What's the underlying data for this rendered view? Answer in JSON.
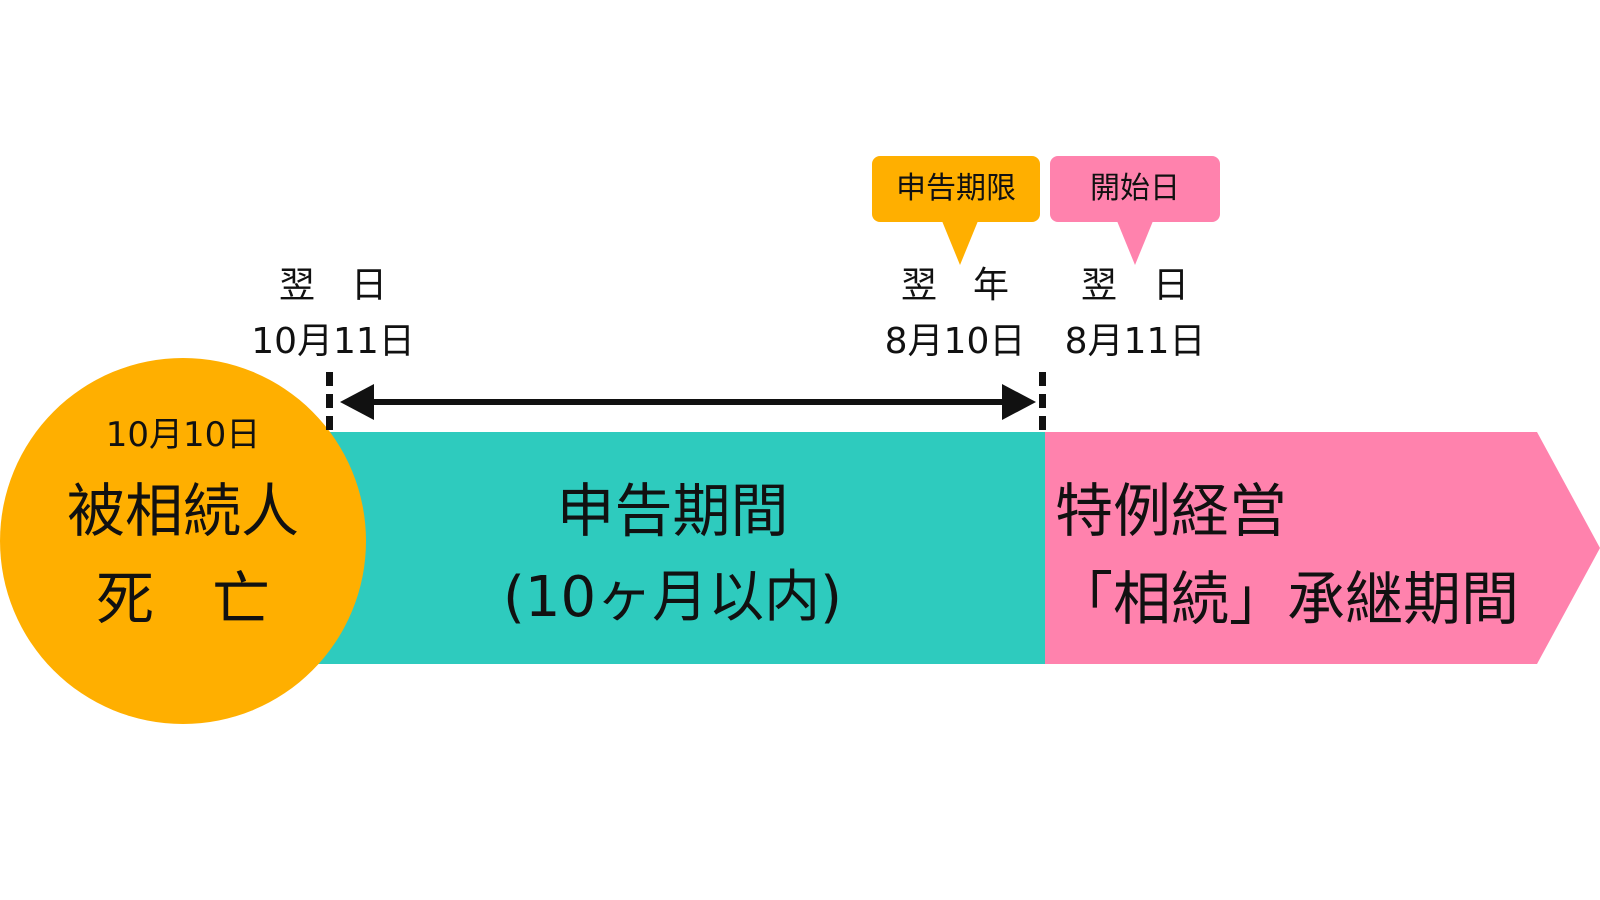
{
  "colors": {
    "death_circle": "#ffaf00",
    "filing_period_bar": "#2ecbbe",
    "succession_bar": "#ff82ad",
    "deadline_callout": "#ffaf00",
    "start_callout": "#ff82ad",
    "arrow": "#111111"
  },
  "death": {
    "date": "10月10日",
    "line1": "被相続人",
    "line2": "死　亡"
  },
  "filing_period": {
    "line1": "申告期間",
    "line2": "(10ヶ月以内)"
  },
  "succession_period": {
    "line1": "特例経営",
    "line2": "「相続」承継期間"
  },
  "markers": {
    "next_day": {
      "label": "翌　日",
      "date": "10月11日"
    },
    "next_year_deadline": {
      "label": "翌　年",
      "date": "8月10日"
    },
    "next_day_start": {
      "label": "翌　日",
      "date": "8月11日"
    }
  },
  "callouts": {
    "deadline": "申告期限",
    "start": "開始日"
  }
}
